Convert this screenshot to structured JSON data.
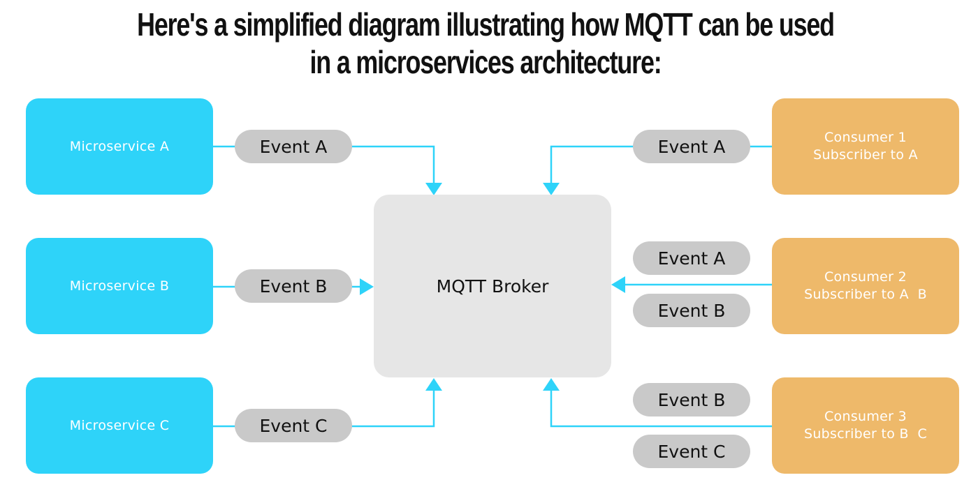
{
  "title": {
    "line1": "Here's a simplified diagram illustrating how MQTT can be used",
    "line2": "in a microservices architecture:"
  },
  "microservices": [
    {
      "label": "Microservice A",
      "event": "Event A"
    },
    {
      "label": "Microservice B",
      "event": "Event B"
    },
    {
      "label": "Microservice C",
      "event": "Event C"
    }
  ],
  "broker": {
    "label": "MQTT Broker"
  },
  "consumers": [
    {
      "line1": "Consumer 1",
      "line2": "Subscriber to A",
      "events": [
        "Event A"
      ]
    },
    {
      "line1": "Consumer 2",
      "line2": "Subscriber to A  B",
      "events": [
        "Event A",
        "Event B"
      ]
    },
    {
      "line1": "Consumer 3",
      "line2": "Subscriber to B  C",
      "events": [
        "Event B",
        "Event C"
      ]
    }
  ],
  "colors": {
    "microservice": "#2ed3f9",
    "consumer": "#eeb96a",
    "broker": "#e6e6e6",
    "event_pill": "#c9c9c9",
    "connector": "#2ed3f9"
  }
}
